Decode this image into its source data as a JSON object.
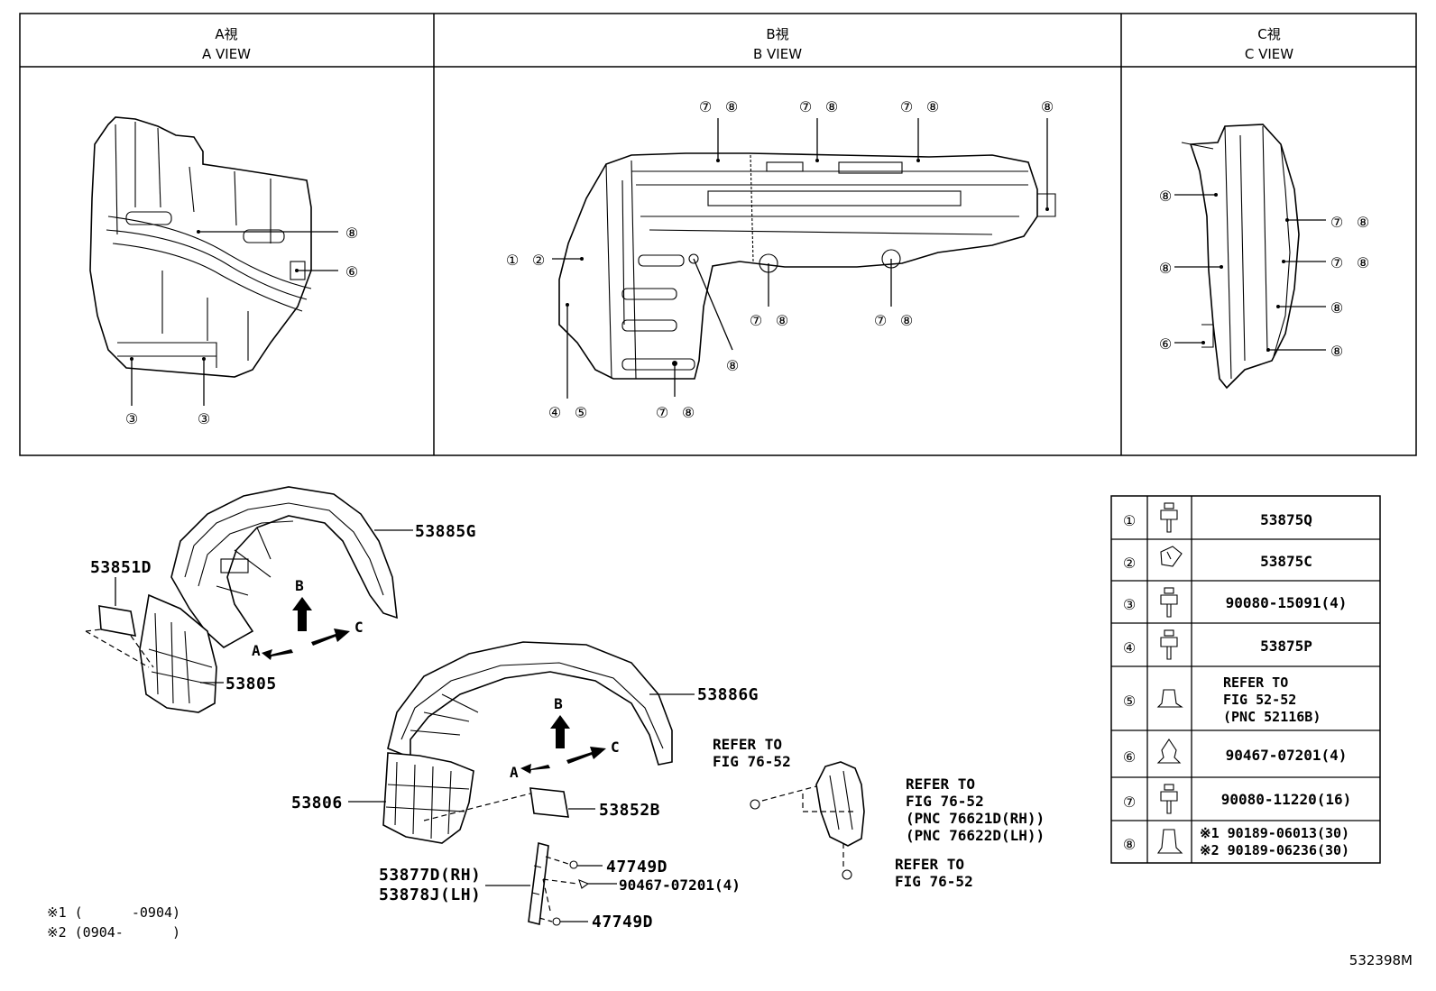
{
  "views": {
    "a": {
      "jp": "A視",
      "en": "A VIEW"
    },
    "b": {
      "jp": "B視",
      "en": "B VIEW"
    },
    "c": {
      "jp": "C視",
      "en": "C VIEW"
    }
  },
  "callouts": {
    "n1": "①",
    "n2": "②",
    "n3": "③",
    "n4": "④",
    "n5": "⑤",
    "n6": "⑥",
    "n7": "⑦",
    "n8": "⑧"
  },
  "parts": {
    "p53885G": "53885G",
    "p53851D": "53851D",
    "p53805": "53805",
    "p53886G": "53886G",
    "p53806": "53806",
    "p53852B": "53852B",
    "p53877D": "53877D(RH)",
    "p53878J": "53878J(LH)",
    "p47749D_a": "47749D",
    "p90467": "90467-07201(4)",
    "p47749D_b": "47749D"
  },
  "arrows": {
    "a": "A",
    "b": "B",
    "c": "C"
  },
  "refs": {
    "r1_l1": "REFER TO",
    "r1_l2": "FIG 76-52",
    "r2_l1": "REFER TO",
    "r2_l2": "FIG 76-52",
    "r2_l3": "(PNC 76621D(RH))",
    "r2_l4": "(PNC 76622D(LH))",
    "r3_l1": "REFER TO",
    "r3_l2": "FIG 76-52"
  },
  "legend": {
    "rows": [
      {
        "num": "①",
        "text": [
          "53875Q"
        ]
      },
      {
        "num": "②",
        "text": [
          "53875C"
        ]
      },
      {
        "num": "③",
        "text": [
          "90080-15091(4)"
        ]
      },
      {
        "num": "④",
        "text": [
          "53875P"
        ]
      },
      {
        "num": "⑤",
        "text": [
          "REFER TO",
          "FIG 52-52",
          "(PNC 52116B)"
        ]
      },
      {
        "num": "⑥",
        "text": [
          "90467-07201(4)"
        ]
      },
      {
        "num": "⑦",
        "text": [
          "90080-11220(16)"
        ]
      },
      {
        "num": "⑧",
        "text": [
          "※1 90189-06013(30)",
          "※2 90189-06236(30)"
        ]
      }
    ]
  },
  "notes": {
    "n1": "※1 (      -0904)",
    "n2": "※2 (0904-      )"
  },
  "figure_id": "532398M"
}
